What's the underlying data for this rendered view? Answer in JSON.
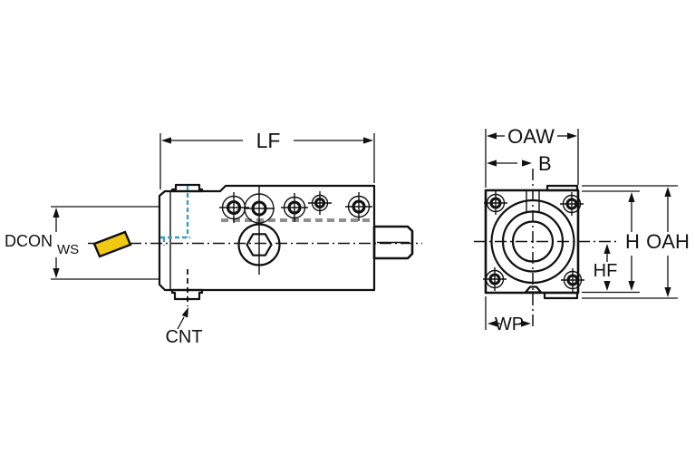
{
  "diagram": {
    "kind": "engineering-dimension-drawing",
    "labels": {
      "side_view": {
        "functional_length": "LF",
        "coupling_diameter_prefix": "DCON",
        "coupling_diameter_subscript": "WS",
        "connection_ref": "CNT"
      },
      "front_view": {
        "overall_width": "OAW",
        "center_offset": "B",
        "height": "H",
        "overall_height": "OAH",
        "height_to_center": "HF",
        "width_to_center": "WP"
      }
    },
    "colors": {
      "body_fill": "#cdd6de",
      "outline": "#111111",
      "hidden_line_blue": "#3b9ccc",
      "reference_dash_gray": "#8f8f8f",
      "insert_yellow": "#f0c913",
      "background": "#ffffff"
    }
  }
}
